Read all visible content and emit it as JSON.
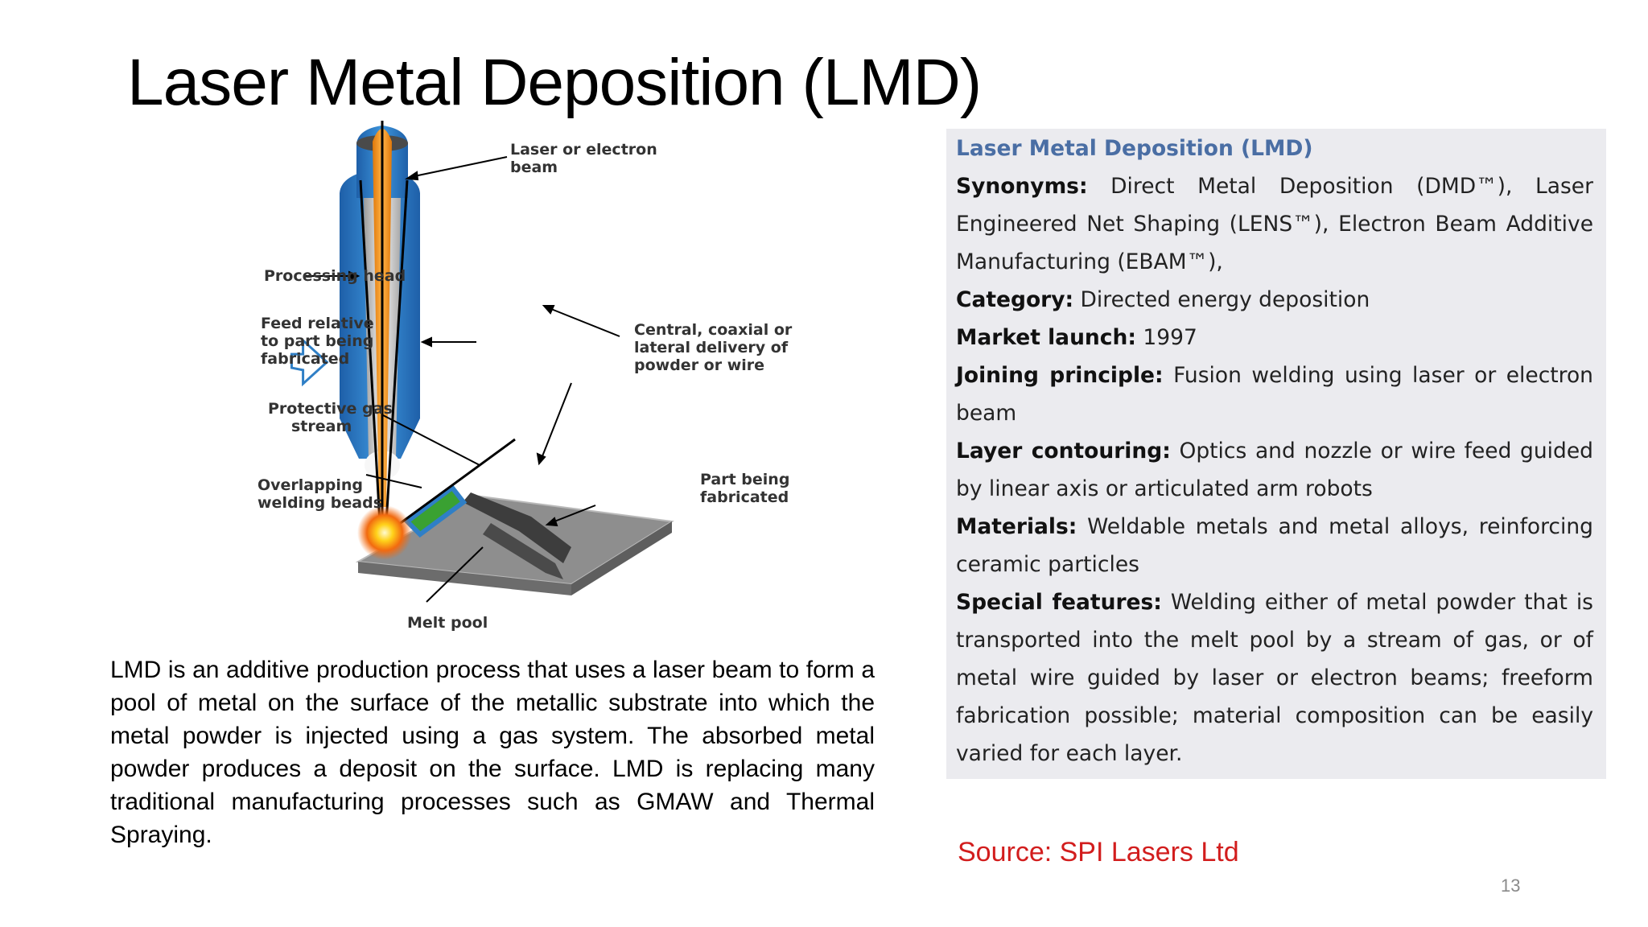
{
  "slide": {
    "title": "Laser Metal Deposition (LMD)",
    "page_number": "13"
  },
  "figure": {
    "labels": {
      "laser_beam_1": "Laser or electron",
      "laser_beam_2": "beam",
      "processing_head": "Processing head",
      "feed_1": "Feed relative",
      "feed_2": "to part being",
      "feed_3": "fabricated",
      "protective_gas_1": "Protective gas",
      "protective_gas_2": "stream",
      "welding_beads_1": "Overlapping",
      "welding_beads_2": "welding beads",
      "central_delivery_1": "Central, coaxial or",
      "central_delivery_2": "lateral delivery of",
      "central_delivery_3": "powder or wire",
      "part_1": "Part being",
      "part_2": "fabricated",
      "melt_pool": "Melt pool"
    },
    "colors": {
      "head_blue": "#2f7fc6",
      "laser_orange": "#f39a1e",
      "wire_green": "#3aa132",
      "plate_gray": "#8e8e8e"
    }
  },
  "description": "LMD is an additive production process that uses a laser beam to form a pool of metal on the surface of the metallic substrate into which the metal powder is injected using a gas system. The absorbed metal powder produces a deposit on the surface. LMD  is replacing many traditional manufacturing processes such as GMAW and Thermal Spraying.",
  "info_panel": {
    "title": "Laser Metal Deposition (LMD)",
    "rows": [
      {
        "label": "Synonyms:",
        "value": "Direct Metal Deposition (DMD™), Laser Engineered Net Shaping (LENS™), Electron Beam Additive Manufacturing (EBAM™),"
      },
      {
        "label": "Category:",
        "value": "Directed energy deposition"
      },
      {
        "label": "Market launch:",
        "value": "1997"
      },
      {
        "label": "Joining principle:",
        "value": "Fusion welding using laser or electron beam"
      },
      {
        "label": "Layer contouring:",
        "value": "Optics and nozzle or wire feed guided by linear axis or articulated arm robots"
      },
      {
        "label": "Materials:",
        "value": "Weldable metals and metal alloys, reinforcing ceramic particles"
      },
      {
        "label": "Special features:",
        "value": "Welding either of metal powder that is transported into the melt pool by a stream of gas, or of metal wire guided by laser or electron beams; freeform fabrication possible; material composition can be easily varied for each layer."
      }
    ]
  },
  "source": "Source: SPI Lasers Ltd"
}
